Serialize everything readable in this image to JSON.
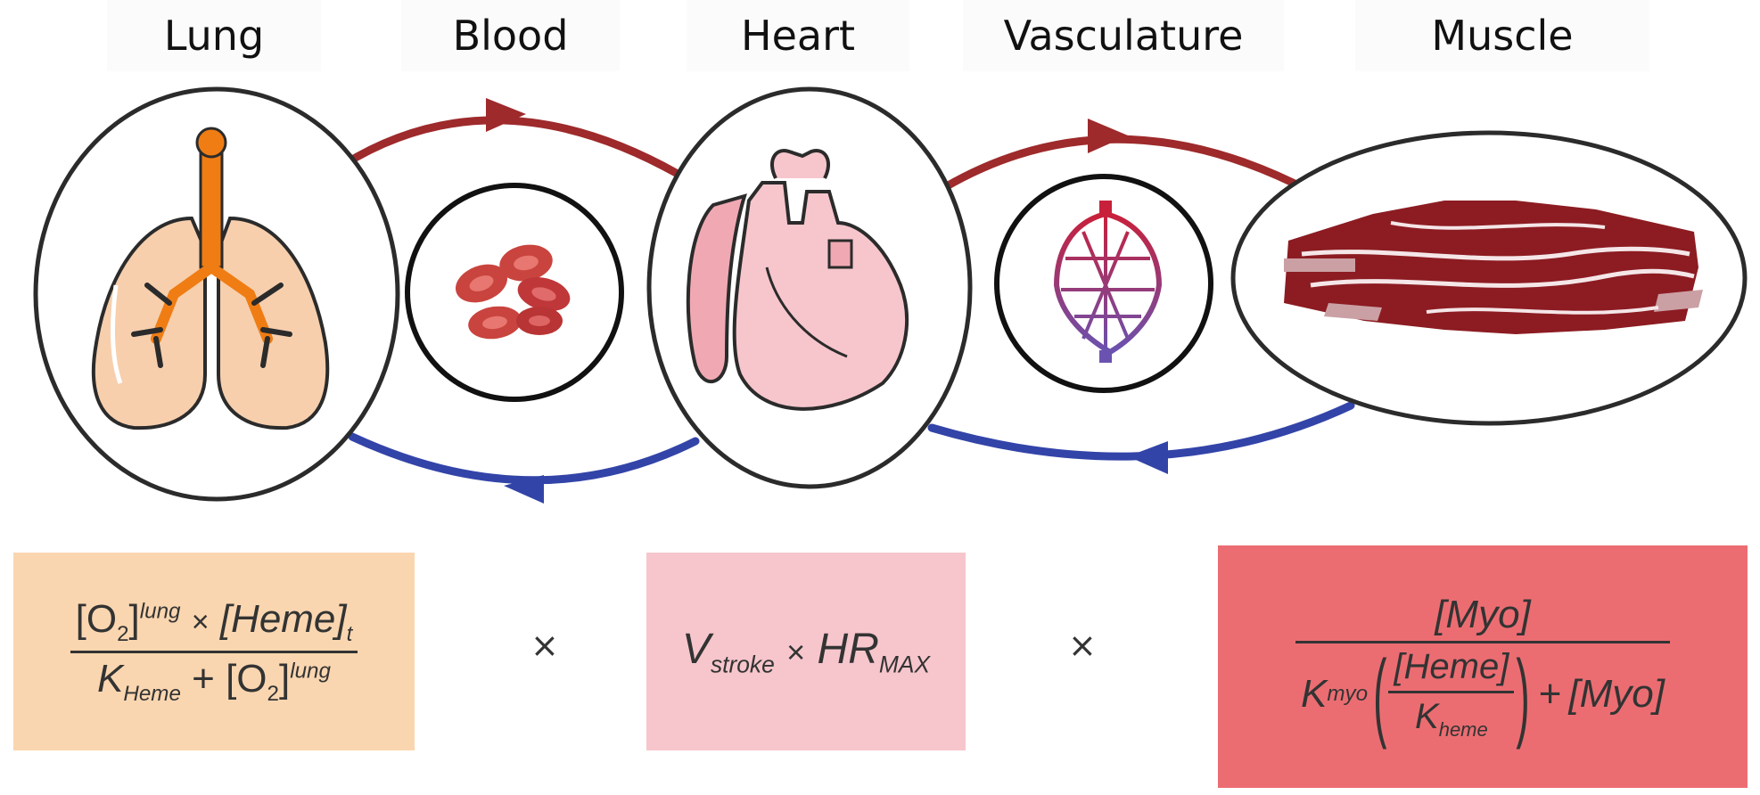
{
  "headers": {
    "lung": "Lung",
    "blood": "Blood",
    "heart": "Heart",
    "vasculature": "Vasculature",
    "muscle": "Muscle"
  },
  "colors": {
    "oxygenated_arrow": "#9e2a2b",
    "deoxygenated_arrow": "#3344a8",
    "lung_box": "#fad6b0",
    "heart_box": "#f6c6cc",
    "muscle_box": "#eb6d72",
    "lung_tissue": "#f7cfad",
    "trachea": "#ef7d14",
    "heart_tissue": "#f4b9c0",
    "muscle_tissue": "#8c1c22"
  },
  "icons": [
    "lung-icon",
    "red-blood-cells-icon",
    "heart-icon",
    "capillary-bed-icon",
    "muscle-fiber-icon"
  ],
  "formulas": {
    "lung": {
      "o2": "[O",
      "o2_sub": "2",
      "o2_close": "]",
      "lung_sup": "lung",
      "times": "×",
      "heme": "[Heme]",
      "heme_sub": "t",
      "k": "K",
      "k_sub": "Heme",
      "plus": "+",
      "o2b": "[O",
      "o2b_sub": "2",
      "o2b_close": "]",
      "lungb_sup": "lung"
    },
    "op1": "×",
    "heart": {
      "v": "V",
      "v_sub": "stroke",
      "times": "×",
      "hr": "HR",
      "hr_sub": "MAX"
    },
    "op2": "×",
    "muscle": {
      "myo_num": "[Myo]",
      "k": "K",
      "k_sub": "myo",
      "lparen": "(",
      "heme": "[Heme]",
      "k2": "K",
      "k2_sub": "heme",
      "rparen": ")",
      "plus": "+",
      "myo_den": "[Myo]"
    }
  }
}
